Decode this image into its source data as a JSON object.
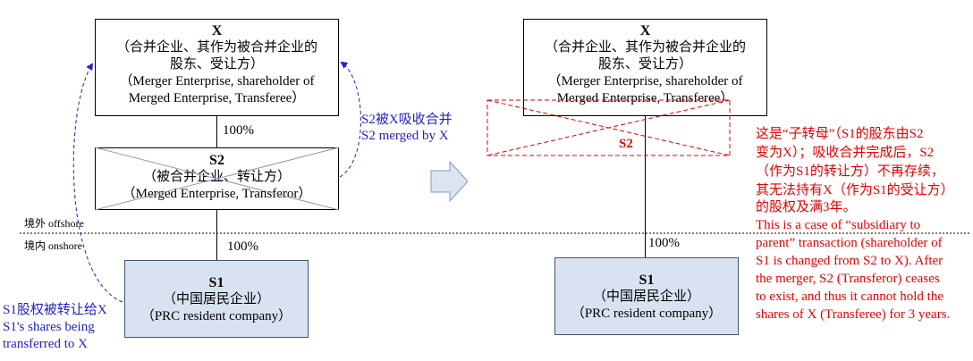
{
  "left": {
    "x_box": {
      "title": "X",
      "line1": "（合并企业、其作为被合并企业的",
      "line2": "股东、受让方）",
      "line3": "（Merger Enterprise, shareholder of",
      "line4": "Merged Enterprise, Transferee）"
    },
    "pct_top": "100%",
    "s2_box": {
      "title": "S2",
      "line1": "（被合并企业、转让方）",
      "line2": "（Merged Enterprise, Transferor）"
    },
    "offshore_label": "境外 offshore",
    "onshore_label": "境内 onshore",
    "pct_bottom": "100%",
    "s1_box": {
      "title": "S1",
      "line1": "（中国居民企业）",
      "line2": "（PRC resident company）"
    },
    "merge_note_cn": "S2被X吸收合并",
    "merge_note_en": "S2 merged by X",
    "transfer_note_cn": "S1股权被转让给X",
    "transfer_note_en1": "S1's shares being",
    "transfer_note_en2": "transferred to X"
  },
  "right": {
    "x_box": {
      "title": "X",
      "line1": "（合并企业、其作为被合并企业的",
      "line2": "股东、受让方）",
      "line3": "（Merger Enterprise, shareholder of",
      "line4": "Merged Enterprise, Transferee）"
    },
    "s2_ghost_label": "S2",
    "pct": "100%",
    "s1_box": {
      "title": "S1",
      "line1": "（中国居民企业）",
      "line2": "（PRC resident company）"
    },
    "note_cn": [
      "这是“子转母”（S1的股东由S2",
      "变为X）；吸收合并完成后，S2",
      "（作为S1的转让方）不再存续，",
      "其无法持有X（作为S1的受让方）",
      "的股权及满3年。"
    ],
    "note_en": [
      "This is a case of “subsidiary to",
      "parent” transaction (shareholder of",
      "S1 is changed from S2 to X).  After",
      "the merger, S2 (Transferor) ceases",
      "to exist, and thus it cannot hold the",
      "shares of X (Transferee) for 3 years."
    ]
  },
  "colors": {
    "blue_annotation": "#1f1fc8",
    "red_annotation": "#e60000",
    "s1_fill": "#d9e2f1",
    "arrow_fill": "#dbe5f1",
    "arrow_stroke": "#7f9bc3"
  }
}
